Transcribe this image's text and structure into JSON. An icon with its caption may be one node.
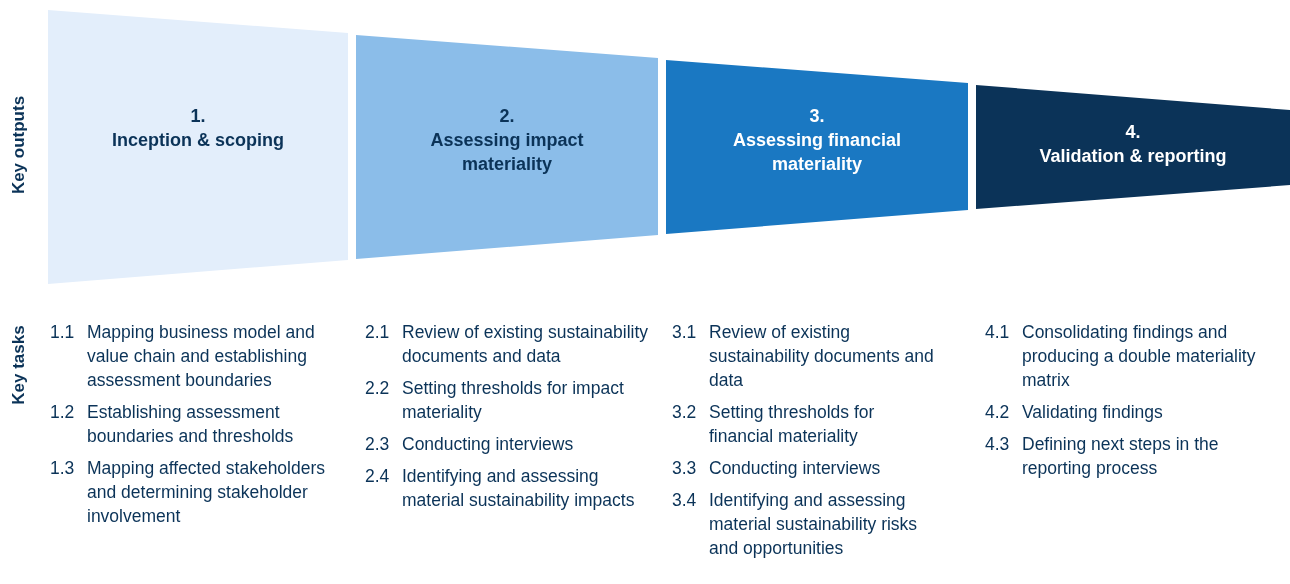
{
  "diagram": {
    "nodes": [
      {
        "text": [
          "1.",
          "Inception & scoping"
        ]
      },
      {
        "text": [
          "2.",
          "Assessing impact materiality"
        ]
      },
      {
        "text": [
          "3.",
          "Assessing financial materiality"
        ]
      },
      {
        "text": [
          "4.",
          "Validation & reporting"
        ]
      }
    ],
    "labels": [
      "Key outputs",
      "Key tasks",
      "1.1",
      "Mapping business model and value chain and establishing assessment boundaries",
      "1.2",
      "Establishing assessment boundaries and thresholds",
      "1.3",
      "Mapping affected stakeholders and determining stakeholder involvement",
      "2.1",
      "Review of existing sustainability documents and data",
      "2.2",
      "Setting thresholds for impact materiality",
      "2.3",
      "Conducting interviews",
      "2.4",
      "Identifying and assessing material sustainability impacts",
      "3.1",
      "Review of existing sustainability documents and data",
      "3.2",
      "Setting thresholds for financial materiality",
      "3.3",
      "Conducting interviews",
      "3.4",
      "Identifying and assessing material sustainability risks and opportunities",
      "4.1",
      "Consolidating findings and producing a double materiality matrix",
      "4.2",
      "Validating findings",
      "4.3",
      "Defining next steps in the reporting process"
    ]
  }
}
